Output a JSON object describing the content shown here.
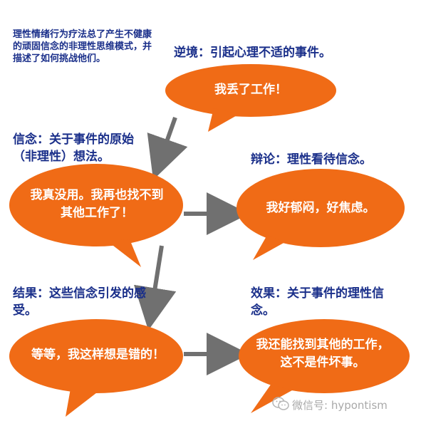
{
  "intro": "理性情绪行为疗法总了产生不健康的顽固信念的非理性思维模式，并描述了如何挑战他们。",
  "adversity": {
    "heading": "逆境：引起心理不适的事件。",
    "bubble": "我丢了工作！"
  },
  "belief": {
    "heading": "信念：关于事件的原始（非理性）想法。",
    "bubble": "我真没用。我再也找不到其他工作了！"
  },
  "dispute": {
    "heading": "辩论：理性看待信念。",
    "bubble": "我好郁闷，好焦虑。"
  },
  "consequence": {
    "heading": "结果：这些信念引发的感受。",
    "bubble": "等等，我这样想是错的！"
  },
  "effect": {
    "heading": "效果：关于事件的理性信念。",
    "bubble": "我还能找到其他的工作，这不是件坏事。"
  },
  "watermark": "微信号: hypontism",
  "colors": {
    "bubble": "#f06b16",
    "heading": "#1a2f8a",
    "arrow": "#707070",
    "watermark": "#a9a9a9"
  }
}
